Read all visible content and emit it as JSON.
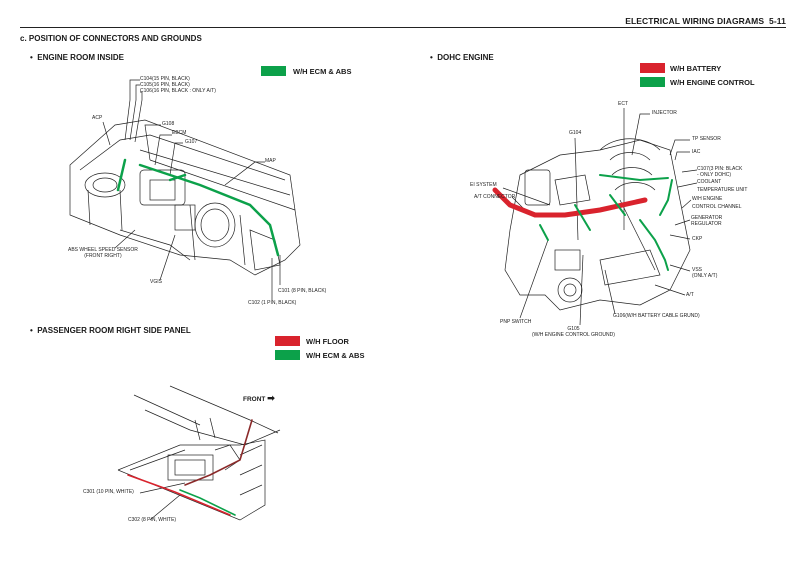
{
  "header": {
    "title": "ELECTRICAL WIRING DIAGRAMS",
    "page": "5-11"
  },
  "section_title": "c. POSITION OF CONNECTORS AND GROUNDS",
  "colors": {
    "red": "#d9232d",
    "green": "#0ca14a",
    "line": "#222222"
  },
  "engine_room": {
    "title": "ENGINE ROOM INSIDE",
    "legend": [
      {
        "color": "green",
        "label": "W/H ECM & ABS"
      }
    ],
    "labels": {
      "c104": "C104(15 PIN, BLACK)",
      "c105": "C105(16 PIN, BLACK)",
      "c106": "C106(16 PIN, BLACK : ONLY A/T)",
      "acp": "ACP",
      "g108": "G108",
      "ebcm": "EBCM",
      "g107": "G107",
      "map": "MAP",
      "abs_sensor_1": "ABS WHEEL SPEED SENSOR",
      "abs_sensor_2": "(FRONT RIGHT)",
      "vgis": "VGIS",
      "c101": "C101 (8 PIN, BLACK)",
      "c102": "C102 (1 PIN, BLACK)"
    }
  },
  "passenger_room": {
    "title": "PASSENGER ROOM RIGHT SIDE PANEL",
    "legend": [
      {
        "color": "red",
        "label": "W/H FLOOR"
      },
      {
        "color": "green",
        "label": "W/H ECM & ABS"
      }
    ],
    "front_label": "FRONT",
    "labels": {
      "c301": "C301 (10 PIN, WHITE)",
      "c302": "C302 (8 PIN, WHITE)"
    }
  },
  "dohc_engine": {
    "title": "DOHC ENGINE",
    "legend": [
      {
        "color": "red",
        "label": "W/H BATTERY"
      },
      {
        "color": "green",
        "label": "W/H ENGINE CONTROL"
      }
    ],
    "labels": {
      "ect": "ECT",
      "injector": "INJECTOR",
      "g104": "G104",
      "tp_sensor": "TP SENSOR",
      "iac": "IAC",
      "c107_1": "C107(3 PIN: BLACK",
      "c107_2": "- ONLY DOHC)",
      "coolant_1": "COOLANT",
      "coolant_2": "TEMPERATURE UNIT",
      "ei_system": "EI SYSTEM",
      "at_connector": "A/T CONNECTOR",
      "wh_engine_1": "W/H ENGINE",
      "wh_engine_2": "CONTROL CHANNEL",
      "generator_1": "GENERATOR",
      "generator_2": "REGULATOR",
      "ckp": "CKP",
      "vss_1": "VSS",
      "vss_2": "(ONLY A/T)",
      "at": "A/T",
      "pnp": "PNP SWITCH",
      "g105_1": "G105",
      "g105_2": "(W/H ENGINE CONTROL GROUND)",
      "g106": "G106(W/H BATTERY CABLE GRUND)"
    }
  }
}
